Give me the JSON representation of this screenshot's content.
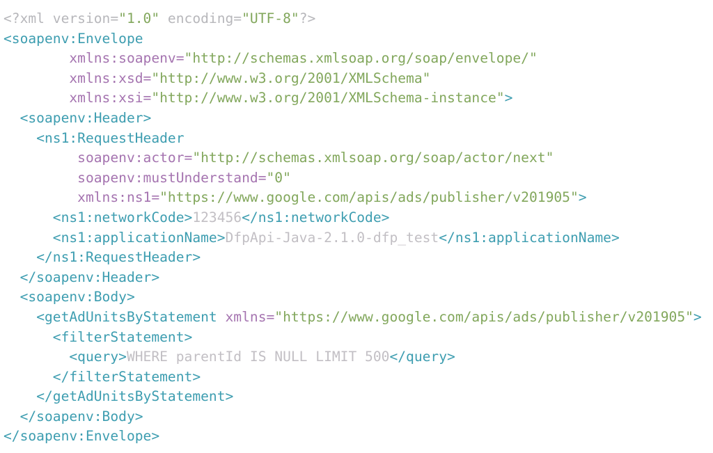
{
  "colors": {
    "tag": "#3d9db0",
    "attr": "#a574b0",
    "val": "#82a75c",
    "text": "#c2bfc4",
    "prolog": "#b7b7bb"
  },
  "lines": [
    {
      "indent": 0,
      "tokens": [
        [
          "prolog",
          "<?xml version="
        ],
        [
          "val",
          "\"1.0\""
        ],
        [
          "prolog",
          " encoding="
        ],
        [
          "val",
          "\"UTF-8\""
        ],
        [
          "prolog",
          "?>"
        ]
      ]
    },
    {
      "indent": 0,
      "tokens": [
        [
          "tag",
          "<soapenv:Envelope"
        ]
      ]
    },
    {
      "indent": 8,
      "tokens": [
        [
          "attr",
          "xmlns:soapenv="
        ],
        [
          "val",
          "\"http://schemas.xmlsoap.org/soap/envelope/\""
        ]
      ]
    },
    {
      "indent": 8,
      "tokens": [
        [
          "attr",
          "xmlns:xsd="
        ],
        [
          "val",
          "\"http://www.w3.org/2001/XMLSchema\""
        ]
      ]
    },
    {
      "indent": 8,
      "tokens": [
        [
          "attr",
          "xmlns:xsi="
        ],
        [
          "val",
          "\"http://www.w3.org/2001/XMLSchema-instance\""
        ],
        [
          "tag",
          ">"
        ]
      ]
    },
    {
      "indent": 2,
      "tokens": [
        [
          "tag",
          "<soapenv:Header>"
        ]
      ]
    },
    {
      "indent": 4,
      "tokens": [
        [
          "tag",
          "<ns1:RequestHeader"
        ]
      ]
    },
    {
      "indent": 9,
      "tokens": [
        [
          "attr",
          "soapenv:actor="
        ],
        [
          "val",
          "\"http://schemas.xmlsoap.org/soap/actor/next\""
        ]
      ]
    },
    {
      "indent": 9,
      "tokens": [
        [
          "attr",
          "soapenv:mustUnderstand="
        ],
        [
          "val",
          "\"0\""
        ]
      ]
    },
    {
      "indent": 9,
      "tokens": [
        [
          "attr",
          "xmlns:ns1="
        ],
        [
          "val",
          "\"https://www.google.com/apis/ads/publisher/v201905\""
        ],
        [
          "tag",
          ">"
        ]
      ]
    },
    {
      "indent": 6,
      "tokens": [
        [
          "tag",
          "<ns1:networkCode>"
        ],
        [
          "text",
          "123456"
        ],
        [
          "tag",
          "</ns1:networkCode>"
        ]
      ]
    },
    {
      "indent": 6,
      "tokens": [
        [
          "tag",
          "<ns1:applicationName>"
        ],
        [
          "text",
          "DfpApi-Java-2.1.0-dfp_test"
        ],
        [
          "tag",
          "</ns1:applicationName>"
        ]
      ]
    },
    {
      "indent": 4,
      "tokens": [
        [
          "tag",
          "</ns1:RequestHeader>"
        ]
      ]
    },
    {
      "indent": 2,
      "tokens": [
        [
          "tag",
          "</soapenv:Header>"
        ]
      ]
    },
    {
      "indent": 2,
      "tokens": [
        [
          "tag",
          "<soapenv:Body>"
        ]
      ]
    },
    {
      "indent": 4,
      "tokens": [
        [
          "tag",
          "<getAdUnitsByStatement"
        ],
        [
          "attr",
          " xmlns="
        ],
        [
          "val",
          "\"https://www.google.com/apis/ads/publisher/v201905\""
        ],
        [
          "tag",
          ">"
        ]
      ]
    },
    {
      "indent": 6,
      "tokens": [
        [
          "tag",
          "<filterStatement>"
        ]
      ]
    },
    {
      "indent": 8,
      "tokens": [
        [
          "tag",
          "<query>"
        ],
        [
          "text",
          "WHERE parentId IS NULL LIMIT 500"
        ],
        [
          "tag",
          "</query>"
        ]
      ]
    },
    {
      "indent": 6,
      "tokens": [
        [
          "tag",
          "</filterStatement>"
        ]
      ]
    },
    {
      "indent": 4,
      "tokens": [
        [
          "tag",
          "</getAdUnitsByStatement>"
        ]
      ]
    },
    {
      "indent": 2,
      "tokens": [
        [
          "tag",
          "</soapenv:Body>"
        ]
      ]
    },
    {
      "indent": 0,
      "tokens": [
        [
          "tag",
          "</soapenv:Envelope>"
        ]
      ]
    }
  ]
}
